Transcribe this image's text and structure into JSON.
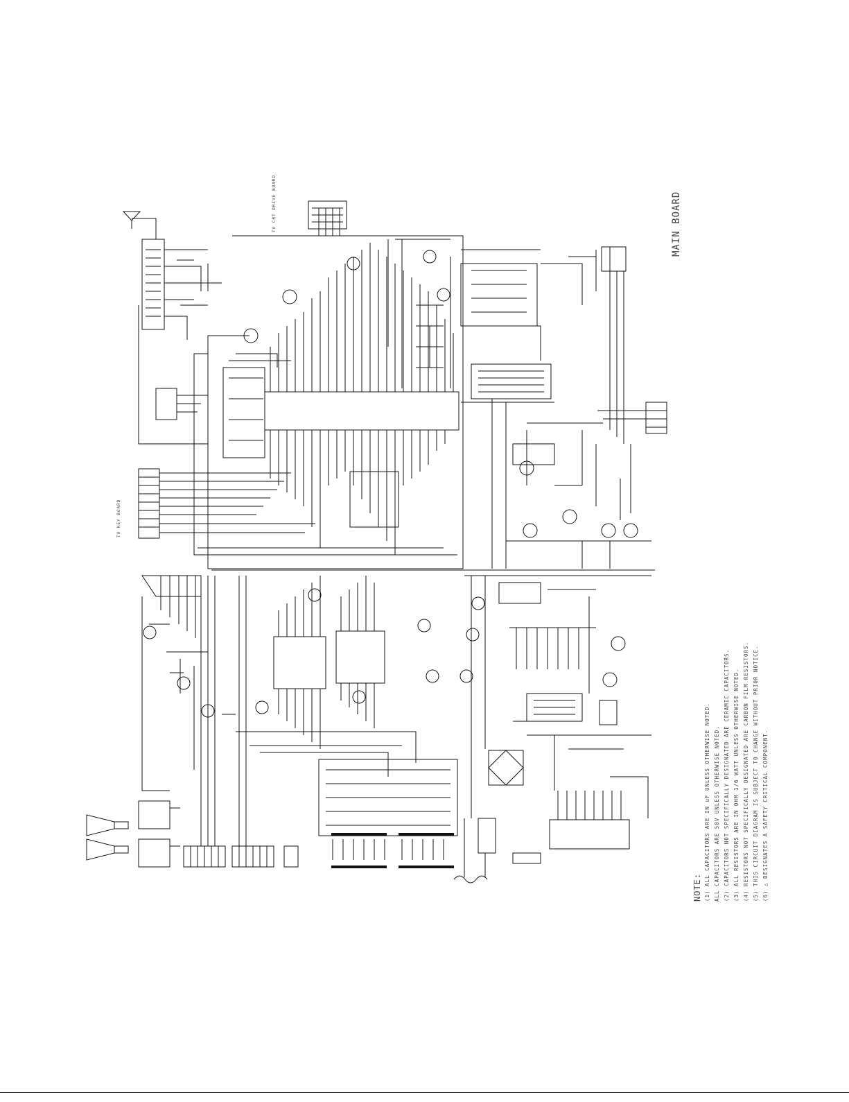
{
  "board": {
    "title": "MAIN BOARD"
  },
  "notes": {
    "heading": "NOTE:",
    "lines": [
      "(1) ALL CAPACITORS ARE IN uF UNLESS OTHERWISE NOTED.",
      "    ALL CAPACITORS ARE 50V  UNLESS OTHERWISE NOTED.",
      "(2) CAPACITORS NOT SPECIFICALLY DESIGNATED ARE CERAMIC CAPACITORS.",
      "(3) ALL RESISTORS ARE IN OHM 1/6 WATT UNLESS OTHERWISE NOTED.",
      "(4) RESISTORS NOT SPECIFICALLY DESIGNATED ARE CARBON FILM RESISTORS.",
      "(5) THIS CIRCUIT DIAGRAM IS SUBJECT TO CHANGE WITHOUT PRIOR NOTICE.",
      "(6) △ DESIGNATES A SAFETY CRITICAL COMPONENT."
    ]
  },
  "connectors": {
    "top_header": "TO CRT DRIVE BOARD",
    "left_header": "TO KEY BOARD"
  },
  "colors": {
    "ink": "#111111",
    "background": "#ffffff",
    "text": "#444444"
  }
}
